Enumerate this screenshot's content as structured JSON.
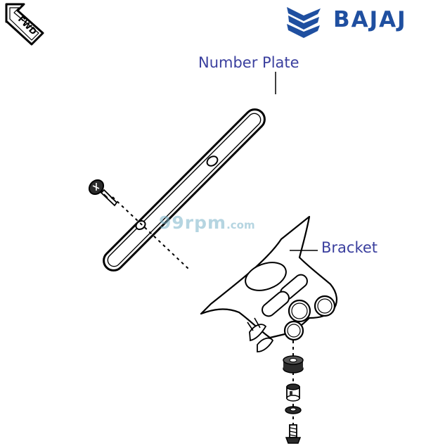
{
  "labels": {
    "number_plate": "Number Plate",
    "bracket": "Bracket"
  },
  "brand": {
    "name": "BAJAJ",
    "logo_icon": "bajaj-emblem-icon"
  },
  "direction_badge": {
    "text": "FWD",
    "icon": "forward-arrow-icon"
  },
  "watermark": {
    "main": "99rpm",
    "suffix": ".com"
  },
  "colors": {
    "label_text": "#3a3f9e",
    "brand_blue": "#1f4fa0",
    "line": "#000000",
    "part_fill": "#ffffff",
    "shade": "#cfcfcf",
    "watermark": "#7ab3c9"
  }
}
